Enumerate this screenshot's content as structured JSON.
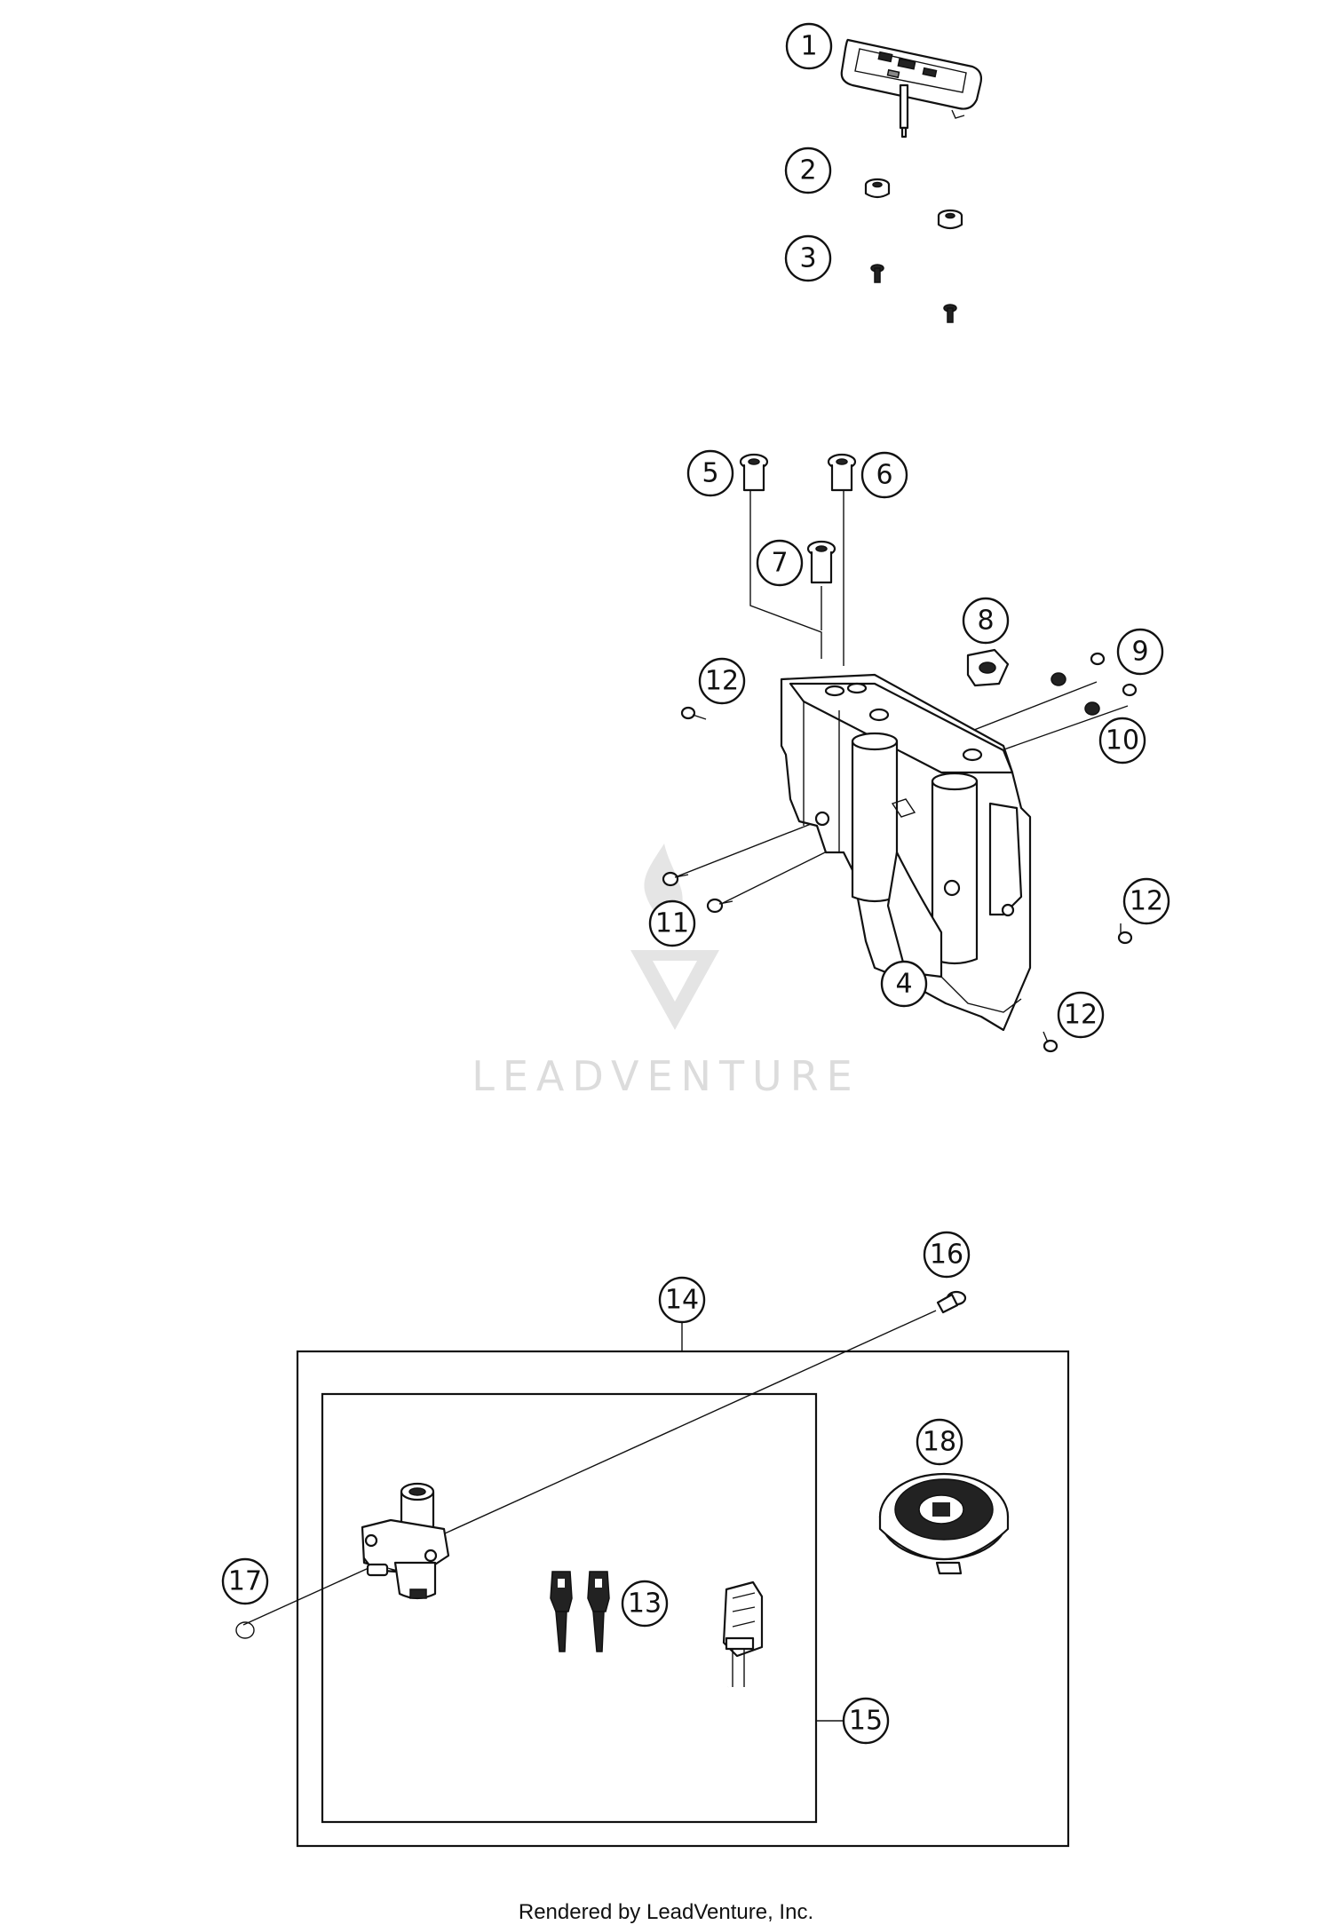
{
  "watermark": {
    "brand": "LEADVENTURE"
  },
  "credit": "Rendered by LeadVenture, Inc.",
  "callouts": {
    "c1": "1",
    "c2": "2",
    "c3": "3",
    "c4": "4",
    "c5": "5",
    "c6": "6",
    "c7": "7",
    "c8": "8",
    "c9": "9",
    "c10": "10",
    "c11": "11",
    "c12a": "12",
    "c12b": "12",
    "c12c": "12",
    "c13": "13",
    "c14": "14",
    "c15": "15",
    "c16": "16",
    "c17": "17",
    "c18": "18"
  },
  "icons": {
    "instrument_cluster": "instrument-cluster-icon",
    "rubber_grommet": "grommet-icon",
    "screw": "screw-icon",
    "headlight_bracket": "bracket-icon",
    "ignition_lock": "ignition-lock-icon",
    "key": "key-icon",
    "fuel_cap": "fuel-cap-icon",
    "snap_ring": "ring-icon",
    "connector": "connector-icon"
  }
}
